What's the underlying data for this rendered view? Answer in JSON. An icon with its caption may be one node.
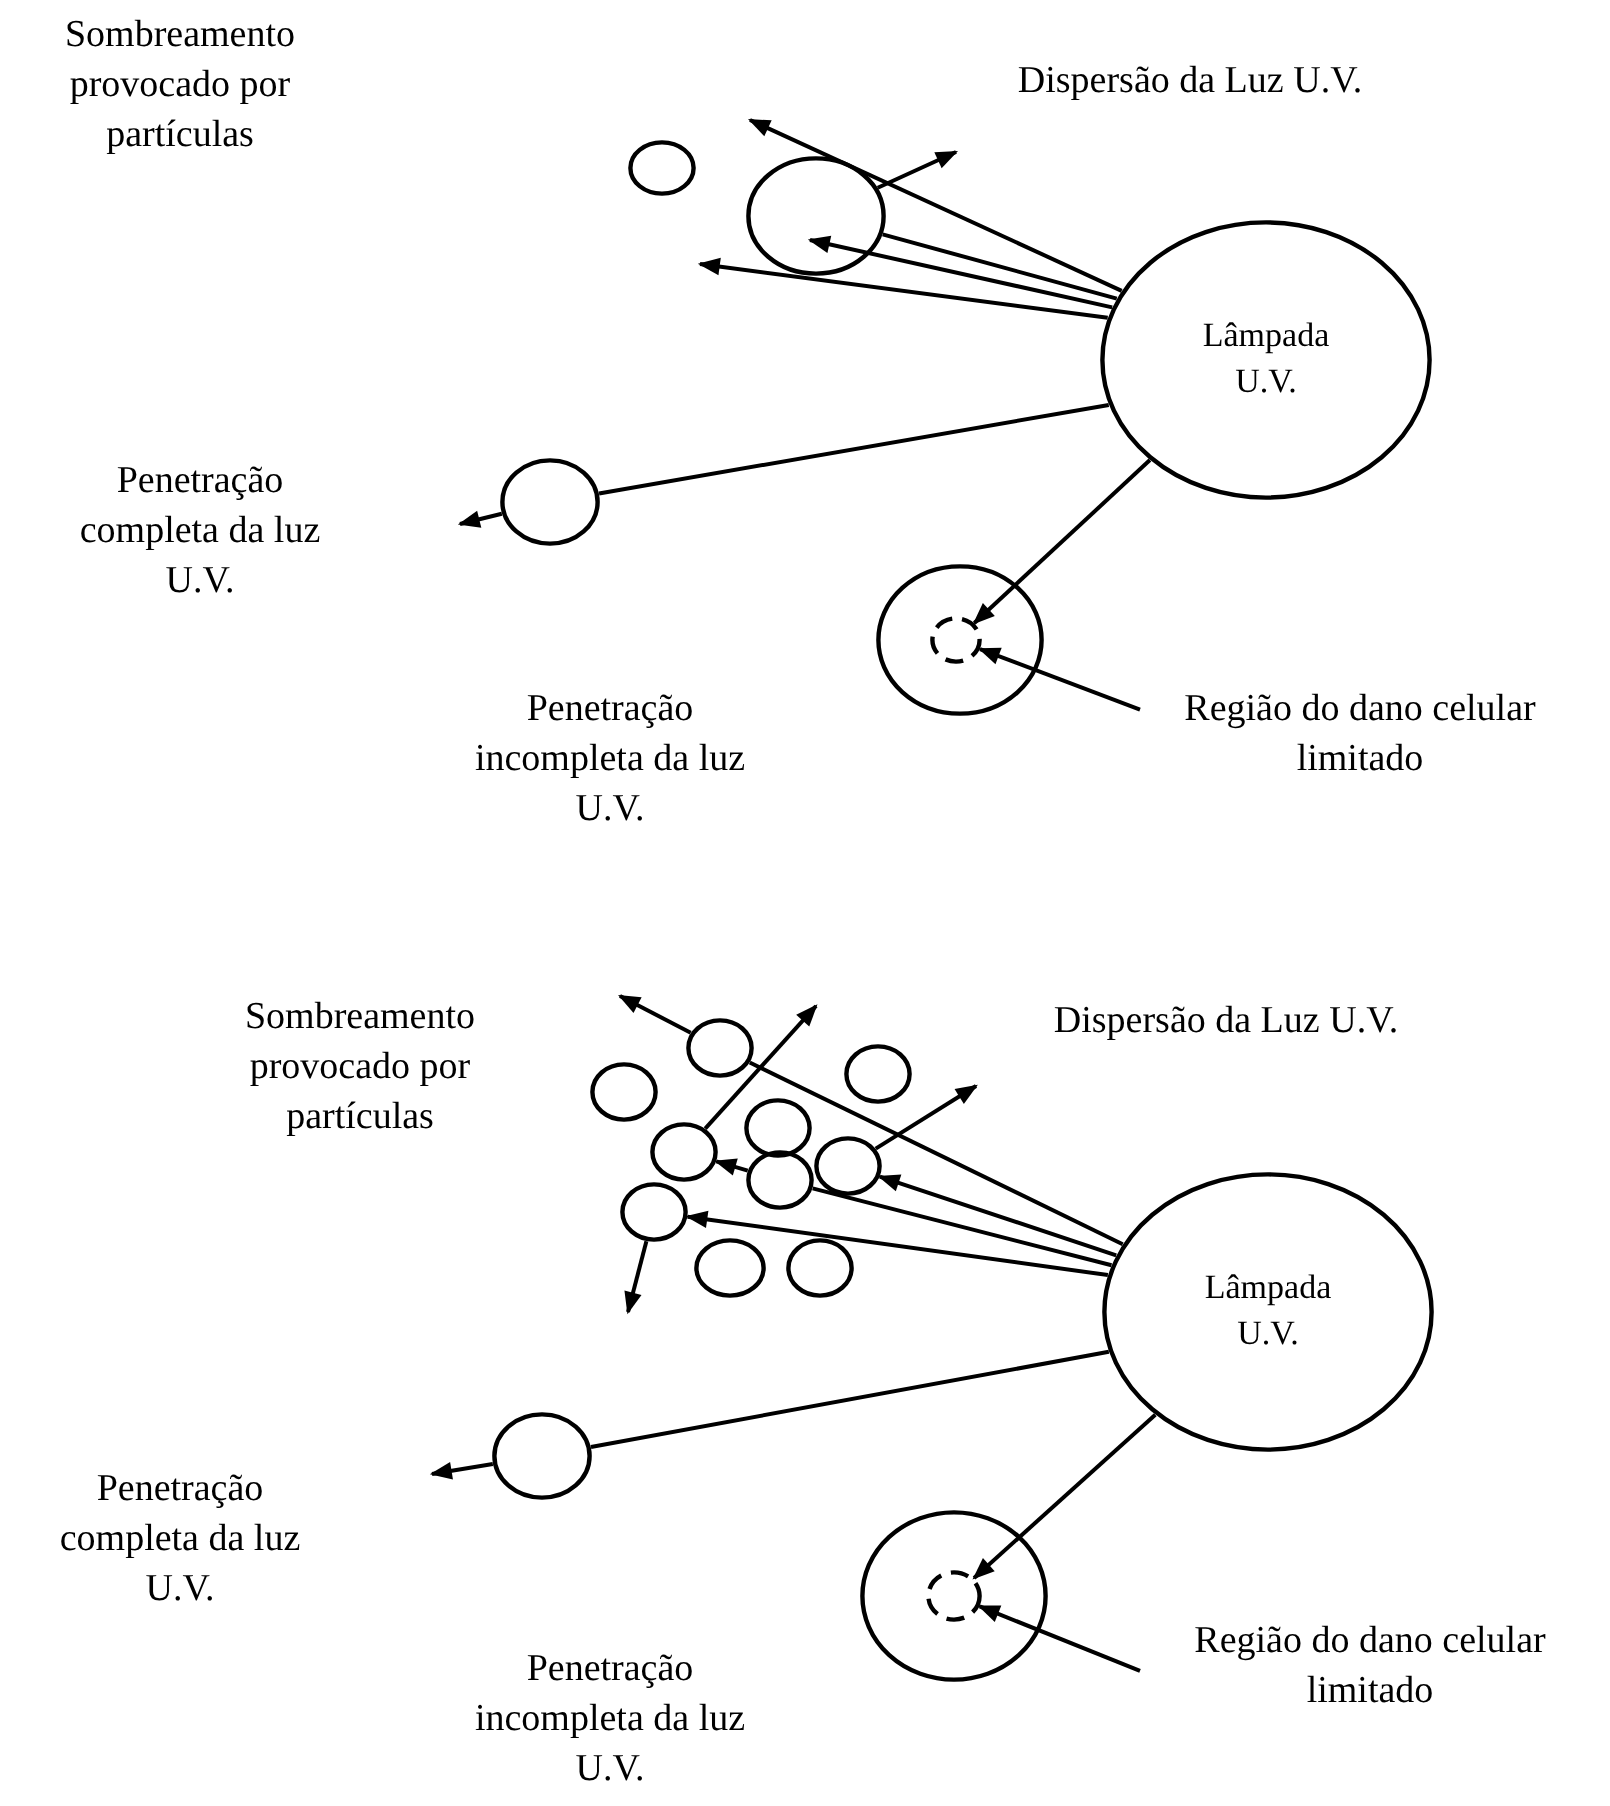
{
  "diagram": {
    "nodes": [
      {
        "text": [
          "Lâmpada U.V."
        ]
      },
      {
        "text": [],
        "shape": "circle"
      },
      {
        "text": [],
        "shape": "circle"
      },
      {
        "text": [],
        "shape": "circle"
      },
      {
        "text": [],
        "shape": "circle"
      },
      {
        "text": [],
        "shape": "circle",
        "in": 4
      },
      {
        "text": [
          "Região do dano celular limitado"
        ]
      },
      {
        "text": [
          "Lâmpada U.V."
        ]
      },
      {
        "text": [],
        "shape": "circle"
      },
      {
        "text": [],
        "shape": "circle"
      },
      {
        "text": [],
        "shape": "circle"
      },
      {
        "text": [],
        "shape": "circle"
      },
      {
        "text": [],
        "shape": "circle"
      },
      {
        "text": [],
        "shape": "circle"
      },
      {
        "text": [],
        "shape": "circle"
      },
      {
        "text": [],
        "shape": "circle"
      },
      {
        "text": [],
        "shape": "circle"
      },
      {
        "text": [],
        "shape": "circle"
      },
      {
        "text": [],
        "shape": "circle"
      },
      {
        "text": [],
        "shape": "circle"
      },
      {
        "text": [],
        "shape": "circle",
        "in": 19
      },
      {
        "text": [
          "Região do dano celular limitado"
        ]
      }
    ],
    "edges": [
      {
        "from": 0,
        "to": null,
        "arrow": "to"
      },
      {
        "from": 0,
        "to": 2,
        "arrow": "none"
      },
      {
        "from": 2,
        "to": null,
        "arrow": "to"
      },
      {
        "from": 0,
        "to": 2,
        "arrow": "to"
      },
      {
        "from": 0,
        "to": null,
        "arrow": "to"
      },
      {
        "from": 0,
        "to": 3,
        "arrow": "none"
      },
      {
        "from": 3,
        "to": null,
        "arrow": "to"
      },
      {
        "from": 0,
        "to": 5,
        "arrow": "to"
      },
      {
        "from": 6,
        "to": 5,
        "arrow": "to"
      },
      {
        "from": 7,
        "to": 8,
        "arrow": "none"
      },
      {
        "from": 8,
        "to": null,
        "arrow": "to"
      },
      {
        "from": 7,
        "to": 14,
        "arrow": "to"
      },
      {
        "from": 14,
        "to": null,
        "arrow": "to"
      },
      {
        "from": 7,
        "to": 13,
        "arrow": "none"
      },
      {
        "from": 13,
        "to": 11,
        "arrow": "to"
      },
      {
        "from": 11,
        "to": null,
        "arrow": "to"
      },
      {
        "from": 7,
        "to": 15,
        "arrow": "to"
      },
      {
        "from": 15,
        "to": null,
        "arrow": "to"
      },
      {
        "from": 7,
        "to": 18,
        "arrow": "none"
      },
      {
        "from": 18,
        "to": null,
        "arrow": "to"
      },
      {
        "from": 7,
        "to": 20,
        "arrow": "to"
      },
      {
        "from": 21,
        "to": 20,
        "arrow": "to"
      }
    ],
    "labels": [
      "Sombreamento provocado por partículas",
      "Dispersão da Luz U.V.",
      "Penetração completa da luz U.V.",
      "Penetração incompleta da luz U.V.",
      "Sombreamento provocado por partículas",
      "Dispersão da Luz U.V.",
      "Penetração completa da luz U.V.",
      "Penetração incompleta da luz U.V."
    ]
  }
}
